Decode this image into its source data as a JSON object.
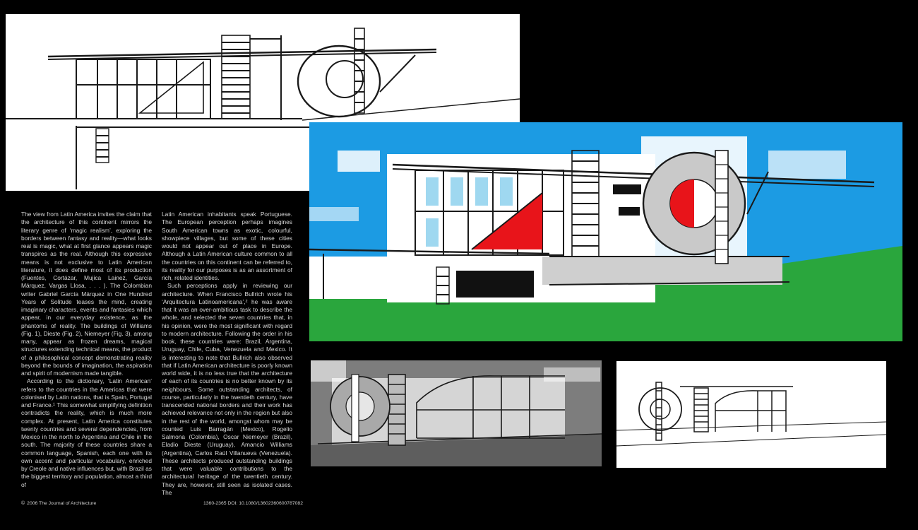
{
  "document": {
    "left_column": [
      "The view from Latin America invites the claim that the architecture of this continent mirrors the literary genre of ‘magic realism’, exploring the borders between fantasy and reality—what looks real is magic, what at first glance appears magic transpires as the real. Although this expressive means is not exclusive to Latin American literature, it does define most of its production (Fuentes, Cortázar, Mujica Lainez, García Márquez, Vargas Llosa, . . . ). The Colombian writer Gabriel García Márquez in One Hundred Years of Solitude teases the mind, creating imaginary characters, events and fantasies which appear, in our everyday existence, as the phantoms of reality. The buildings of Williams (Fig. 1), Dieste (Fig. 2), Niemeyer (Fig. 3), among many, appear as frozen dreams, magical structures extending technical means, the product of a philosophical concept demonstrating reality beyond the bounds of imagination, the aspiration and spirit of modernism made tangible.",
      "According to the dictionary, ‘Latin American’ refers to the countries in the Americas that were colonised by Latin nations, that is Spain, Portugal and France.¹ This somewhat simplifying definition contradicts the reality, which is much more complex. At present, Latin America constitutes twenty countries and several dependencies, from Mexico in the north to Argentina and Chile in the south. The majority of these countries share a common language, Spanish, each one with its own accent and particular vocabulary, enriched by Creole and native influences but, with Brazil as the biggest territory and population, almost a third of"
    ],
    "right_column": [
      "Latin American inhabitants speak Portuguese. The European perception perhaps imagines South American towns as exotic, colourful, showpiece villages, but some of these cities would not appear out of place in Europe. Although a Latin American culture common to all the countries on this continent can be referred to, its reality for our purposes is as an assortment of rich, related identities.",
      "Such perceptions apply in reviewing our architecture. When Francisco Bullrich wrote his ‘Arquitectura Latinoamericana’,² he was aware that it was an over-ambitious task to describe the whole, and selected the seven countries that, in his opinion, were the most significant with regard to modern architecture. Following the order in his book, these countries were: Brazil, Argentina, Uruguay, Chile, Cuba, Venezuela and Mexico. It is interesting to note that Bullrich also observed that if Latin American architecture is poorly known world wide, it is no less true that the architecture of each of its countries is no better known by its neighbours. Some outstanding architects, of course, particularly in the twentieth century, have transcended national borders and their work has achieved relevance not only in the region but also in the rest of the world, amongst whom may be counted Luis Barragán (Mexico), Rogelio Salmona (Colombia), Oscar Niemeyer (Brazil), Eladio Dieste (Uruguay), Amancio Williams (Argentina), Carlos Raúl Villanueva (Venezuela). These architects produced outstanding buildings that were valuable contributions to the architectural heritage of the twentieth century. They are, however, still seen as isolated cases. The"
    ],
    "footer_left": "2006 The Journal of Architecture",
    "footer_right": "1360-2365 DOI: 10.1080/13602360600787082"
  },
  "colors": {
    "background": "#000000",
    "sky_blue": "#1c9be3",
    "grass_green": "#2aa63d",
    "accent_red": "#e8141a",
    "grey_panel": "#7d7d7d",
    "text": "#d8d8d8"
  }
}
